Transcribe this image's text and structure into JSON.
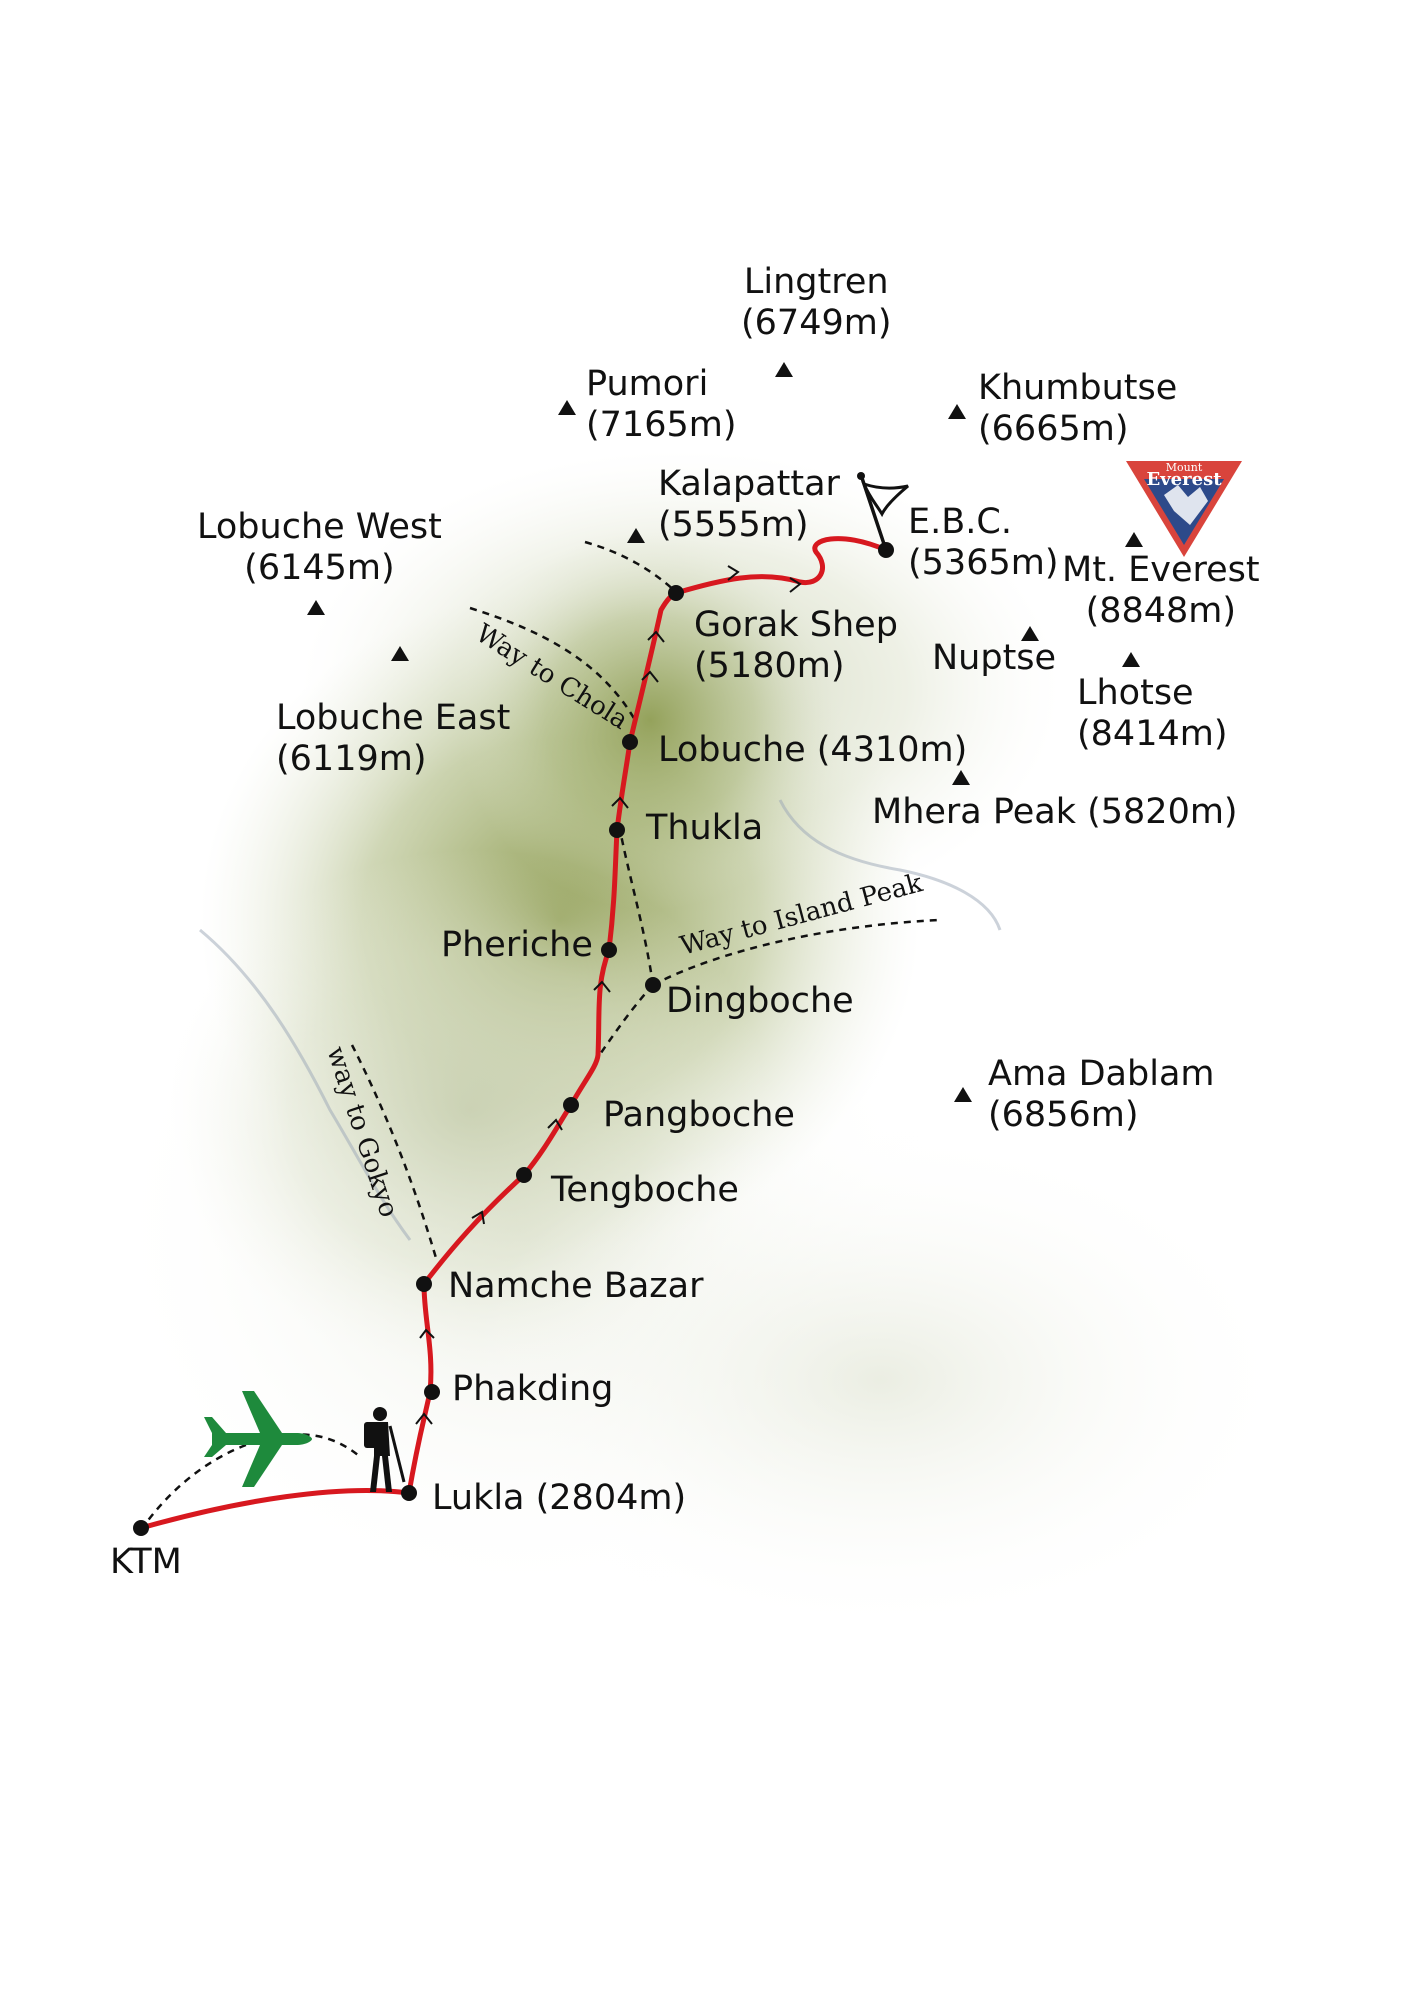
{
  "peaks": [
    {
      "name": "Lingtren",
      "elevation": "(6749m)"
    },
    {
      "name": "Pumori",
      "elevation": "(7165m)"
    },
    {
      "name": "Khumbutse",
      "elevation": "(6665m)"
    },
    {
      "name": "Kalapattar",
      "elevation": "(5555m)"
    },
    {
      "name": "Lobuche West",
      "elevation": "(6145m)"
    },
    {
      "name": "Mt. Everest",
      "elevation": "(8848m)"
    },
    {
      "name": "Nuptse",
      "elevation": ""
    },
    {
      "name": "Lhotse",
      "elevation": "(8414m)"
    },
    {
      "name": "Lobuche East",
      "elevation": "(6119m)"
    },
    {
      "name": "Mhera Peak (5820m)",
      "elevation": ""
    },
    {
      "name": "Ama Dablam",
      "elevation": "(6856m)"
    }
  ],
  "stops": [
    {
      "name": "KTM"
    },
    {
      "name": "Lukla (2804m)"
    },
    {
      "name": "Phakding"
    },
    {
      "name": "Namche Bazar"
    },
    {
      "name": "Tengboche"
    },
    {
      "name": "Pangboche"
    },
    {
      "name": "Dingboche"
    },
    {
      "name": "Pheriche"
    },
    {
      "name": "Thukla"
    },
    {
      "name": "Lobuche (4310m)"
    },
    {
      "name": "Gorak Shep",
      "elevation": "(5180m)"
    },
    {
      "name": "E.B.C.",
      "elevation": "(5365m)"
    }
  ],
  "side_routes": {
    "chola": "Way to Chola",
    "island_peak": "Way to Island Peak",
    "gokyo": "way to Gokyo"
  },
  "logo": {
    "line1": "Mount",
    "line2": "Everest"
  },
  "icons": [
    "airplane-icon",
    "hiker-icon",
    "flag-icon",
    "peak-triangle-icon",
    "mount-everest-logo"
  ],
  "colors": {
    "route": "#d7181f",
    "plane": "#1e8a3c",
    "terrain": "#8a9a4a",
    "logo_red": "#d9443c",
    "logo_blue": "#2d4a8a"
  }
}
